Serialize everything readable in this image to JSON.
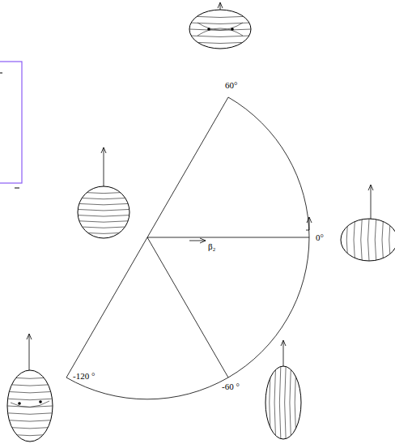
{
  "diagram": {
    "labels": [
      "60°",
      "0°",
      "β₂",
      "-60 °",
      "-120 °"
    ]
  }
}
